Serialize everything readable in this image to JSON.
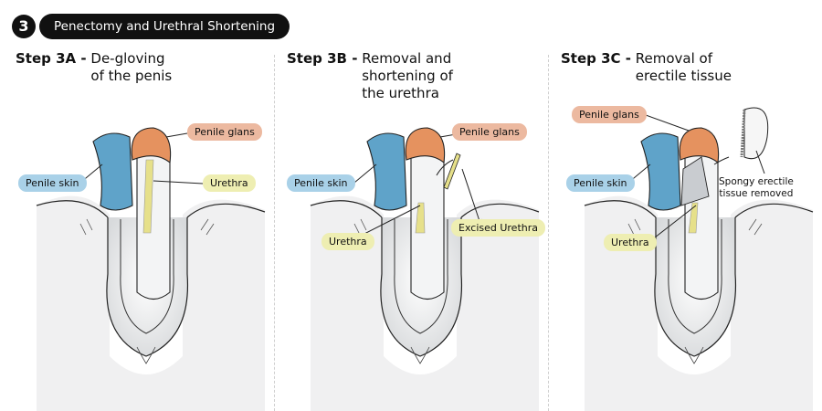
{
  "header": {
    "step_number": "3",
    "title": "Penectomy and Urethral Shortening"
  },
  "panels": [
    {
      "step": "Step 3A -",
      "desc": "De-gloving\nof the penis",
      "labels": {
        "skin": "Penile skin",
        "glans": "Penile glans",
        "urethra": "Urethra"
      }
    },
    {
      "step": "Step 3B -",
      "desc": "Removal and\nshortening of\nthe urethra",
      "labels": {
        "skin": "Penile skin",
        "glans": "Penile glans",
        "urethra": "Urethra",
        "excised": "Excised Urethra"
      }
    },
    {
      "step": "Step 3C -",
      "desc": "Removal of\nerectile tissue",
      "labels": {
        "skin": "Penile skin",
        "glans": "Penile glans",
        "urethra": "Urethra",
        "removed": "Spongy erectile\ntissue removed"
      }
    }
  ],
  "colors": {
    "skin": "#5fa3c9",
    "glans": "#e5925f",
    "urethra": "#e6e08a"
  }
}
